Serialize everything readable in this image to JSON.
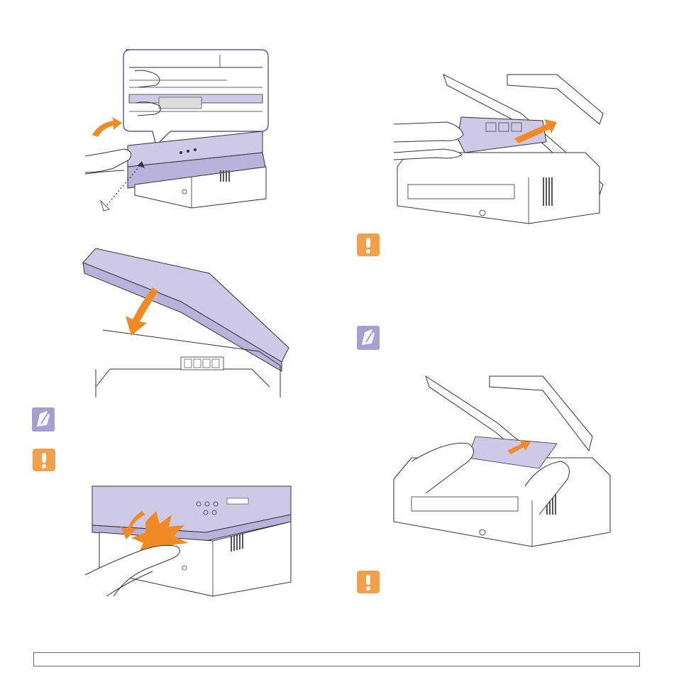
{
  "page": {
    "figures": [
      {
        "name": "open-scan-unit-figure",
        "description_icon": "hand-lifting-scan-unit"
      },
      {
        "name": "scan-unit-raised-figure",
        "description_icon": "scan-unit-open-arrow"
      },
      {
        "name": "close-scan-unit-figure",
        "description_icon": "hand-closing-scan-unit"
      },
      {
        "name": "remove-toner-figure",
        "description_icon": "hands-removing-toner"
      },
      {
        "name": "remove-jammed-paper-figure",
        "description_icon": "hands-pulling-paper"
      }
    ],
    "icons": {
      "caution": "caution-icon",
      "note": "note-icon"
    },
    "colors": {
      "accent_lavender": "#cfc9e8",
      "accent_lavender_dark": "#b9b2db",
      "arrow_orange": "#f28a24",
      "caution_orange": "#f3a04b",
      "note_purple": "#a79fd2",
      "line": "#2a2a2a"
    }
  }
}
